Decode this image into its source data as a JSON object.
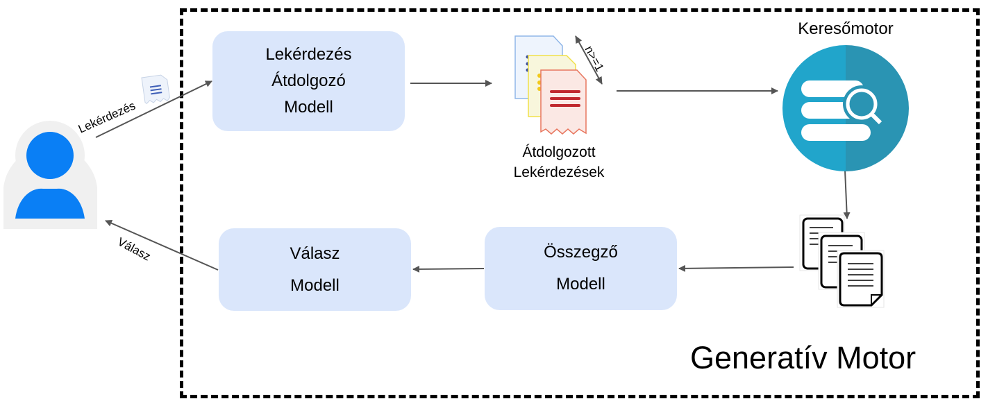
{
  "diagram": {
    "container_title": "Generatív Motor",
    "nodes": {
      "user": {
        "icon": "user-icon"
      },
      "query_rewriter": {
        "lines": [
          "Lekérdezés",
          "Átdolgozó",
          "Modell"
        ]
      },
      "rewritten_queries": {
        "icon": "documents-stack-icon",
        "lines": [
          "Átdolgozott",
          "Lekérdezések"
        ],
        "multiplicity": "n>=1"
      },
      "search_engine": {
        "title": "Keresőmotor",
        "icon": "search-database-icon"
      },
      "retrieved_documents": {
        "icon": "documents-icon"
      },
      "summarizer": {
        "lines": [
          "Összegző",
          "Modell"
        ]
      },
      "answer_model": {
        "lines": [
          "Válasz",
          "Modell"
        ]
      }
    },
    "edges": [
      {
        "from": "user",
        "to": "query_rewriter",
        "label": "Lekérdezés"
      },
      {
        "from": "query_rewriter",
        "to": "rewritten_queries",
        "label": ""
      },
      {
        "from": "rewritten_queries",
        "to": "search_engine",
        "label": ""
      },
      {
        "from": "search_engine",
        "to": "retrieved_documents",
        "label": ""
      },
      {
        "from": "retrieved_documents",
        "to": "summarizer",
        "label": ""
      },
      {
        "from": "summarizer",
        "to": "answer_model",
        "label": ""
      },
      {
        "from": "answer_model",
        "to": "user",
        "label": "Válasz"
      }
    ],
    "colors": {
      "box_fill": "#dae6fb",
      "user_blue": "#0a7ff5",
      "search_left": "#21a5cb",
      "search_right": "#2a94b3",
      "arrow": "#555555",
      "doc_red": "#c0272d"
    }
  }
}
